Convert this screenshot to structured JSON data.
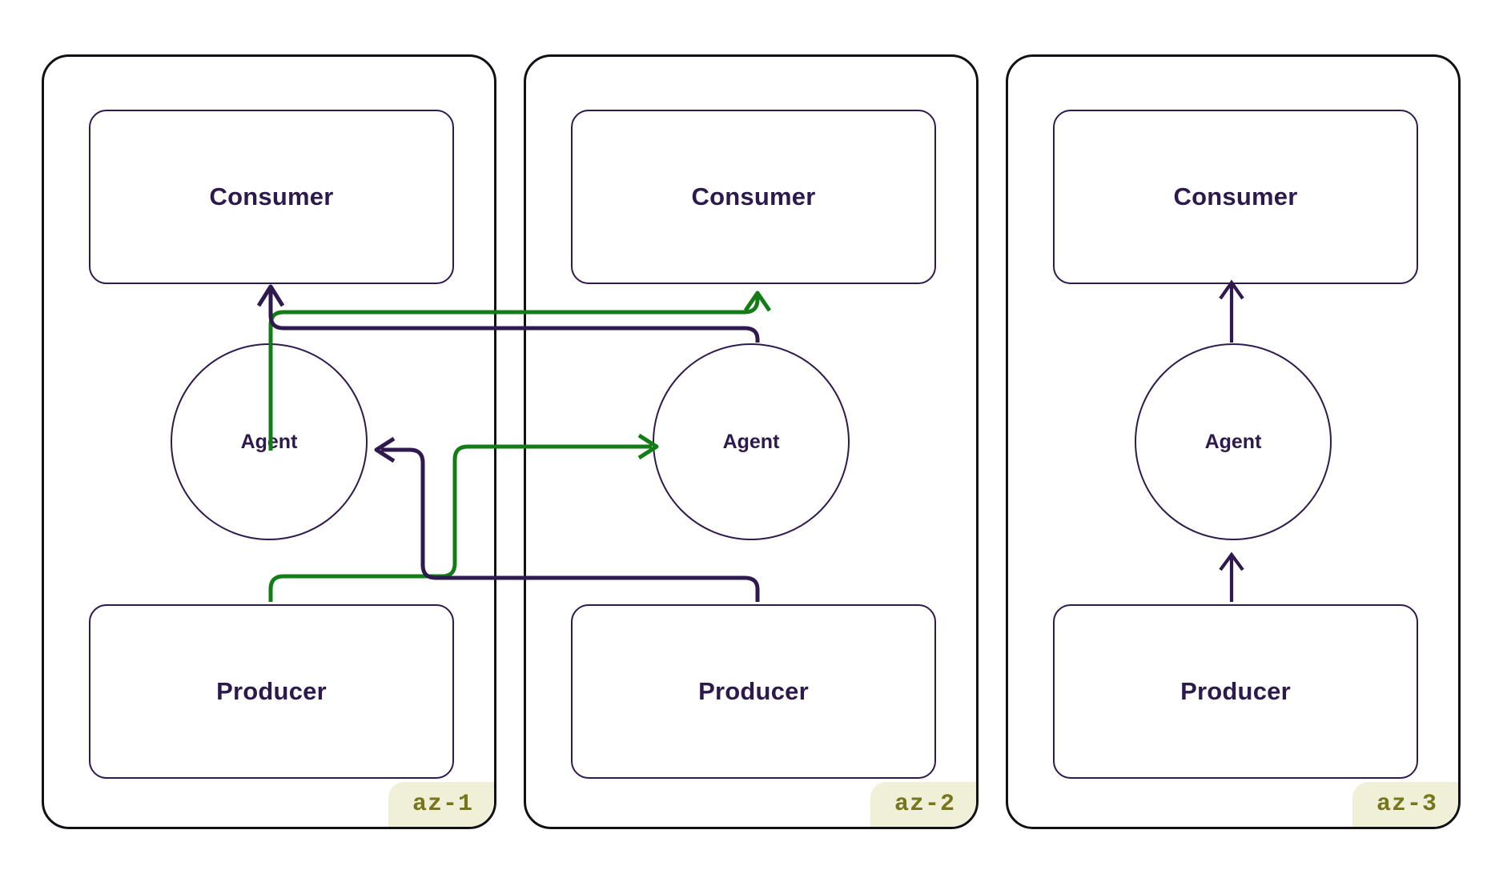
{
  "diagram": {
    "title": "Multi availability-zone producer / agent / consumer topology",
    "colors": {
      "zone_border": "#111016",
      "node_border": "#2f1a4f",
      "node_text": "#2d1a4d",
      "badge_background": "#eff0d7",
      "badge_text": "#76761d",
      "flow_primary": "#2f1a4f",
      "flow_secondary": "#127c15"
    },
    "zones": [
      {
        "id": "az-1",
        "badge": "az-1",
        "consumer": {
          "label": "Consumer"
        },
        "agent": {
          "label": "Agent"
        },
        "producer": {
          "label": "Producer"
        }
      },
      {
        "id": "az-2",
        "badge": "az-2",
        "consumer": {
          "label": "Consumer"
        },
        "agent": {
          "label": "Agent"
        },
        "producer": {
          "label": "Producer"
        }
      },
      {
        "id": "az-3",
        "badge": "az-3",
        "consumer": {
          "label": "Consumer"
        },
        "agent": {
          "label": "Agent"
        },
        "producer": {
          "label": "Producer"
        }
      }
    ],
    "flows": [
      {
        "id": "az1-producer-to-az2-agent",
        "color": "#127c15",
        "from": "az-1 Producer",
        "to": "az-2 Agent",
        "arrowhead": "right"
      },
      {
        "id": "az1-agent-to-az2-consumer",
        "color": "#127c15",
        "from": "az-1 Agent",
        "to": "az-2 Consumer",
        "arrowhead": "up"
      },
      {
        "id": "az2-producer-to-az1-agent",
        "color": "#2f1a4f",
        "from": "az-2 Producer",
        "to": "az-1 Agent",
        "arrowhead": "left"
      },
      {
        "id": "az2-agent-to-az1-consumer",
        "color": "#2f1a4f",
        "from": "az-2 Agent",
        "to": "az-1 Consumer",
        "arrowhead": "up"
      },
      {
        "id": "az3-producer-to-agent",
        "color": "#2f1a4f",
        "from": "az-3 Producer",
        "to": "az-3 Agent",
        "arrowhead": "up"
      },
      {
        "id": "az3-agent-to-consumer",
        "color": "#2f1a4f",
        "from": "az-3 Agent",
        "to": "az-3 Consumer",
        "arrowhead": "up"
      }
    ]
  }
}
